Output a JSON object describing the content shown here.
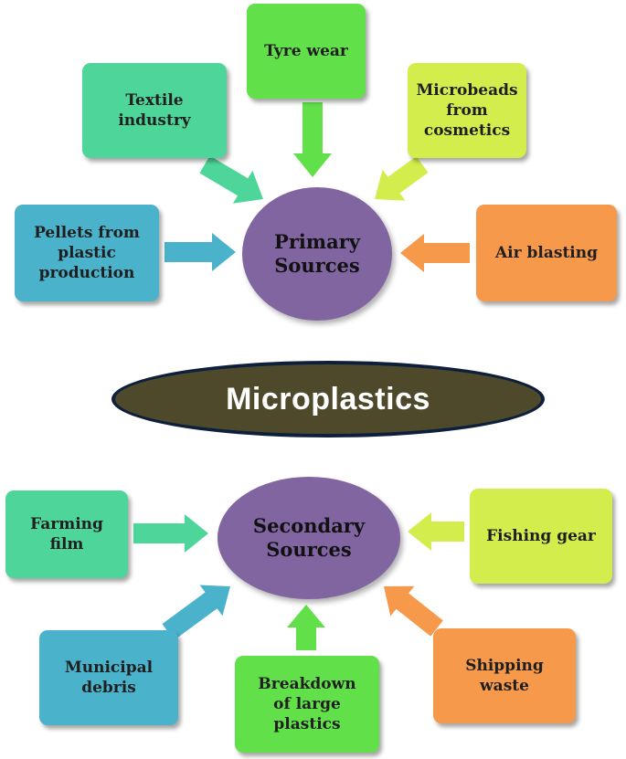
{
  "center": {
    "label": "Microplastics"
  },
  "primary": {
    "hub": [
      "Primary",
      "Sources"
    ],
    "sources": [
      {
        "label": [
          "Tyre wear"
        ],
        "color": "#62e04a"
      },
      {
        "label": [
          "Textile",
          "industry"
        ],
        "color": "#4ed69a"
      },
      {
        "label": [
          "Microbeads",
          "from",
          "cosmetics"
        ],
        "color": "#d3ee4c"
      },
      {
        "label": [
          "Pellets from",
          "plastic",
          "production"
        ],
        "color": "#4bb2cb"
      },
      {
        "label": [
          "Air blasting"
        ],
        "color": "#f6994a"
      }
    ]
  },
  "secondary": {
    "hub": [
      "Secondary",
      "Sources"
    ],
    "sources": [
      {
        "label": [
          "Farming",
          "film"
        ],
        "color": "#4ed69a"
      },
      {
        "label": [
          "Fishing gear"
        ],
        "color": "#d3ee4c"
      },
      {
        "label": [
          "Municipal",
          "debris"
        ],
        "color": "#4bb2cb"
      },
      {
        "label": [
          "Breakdown",
          "of large",
          "plastics"
        ],
        "color": "#62e04a"
      },
      {
        "label": [
          "Shipping",
          "waste"
        ],
        "color": "#f6994a"
      }
    ]
  }
}
